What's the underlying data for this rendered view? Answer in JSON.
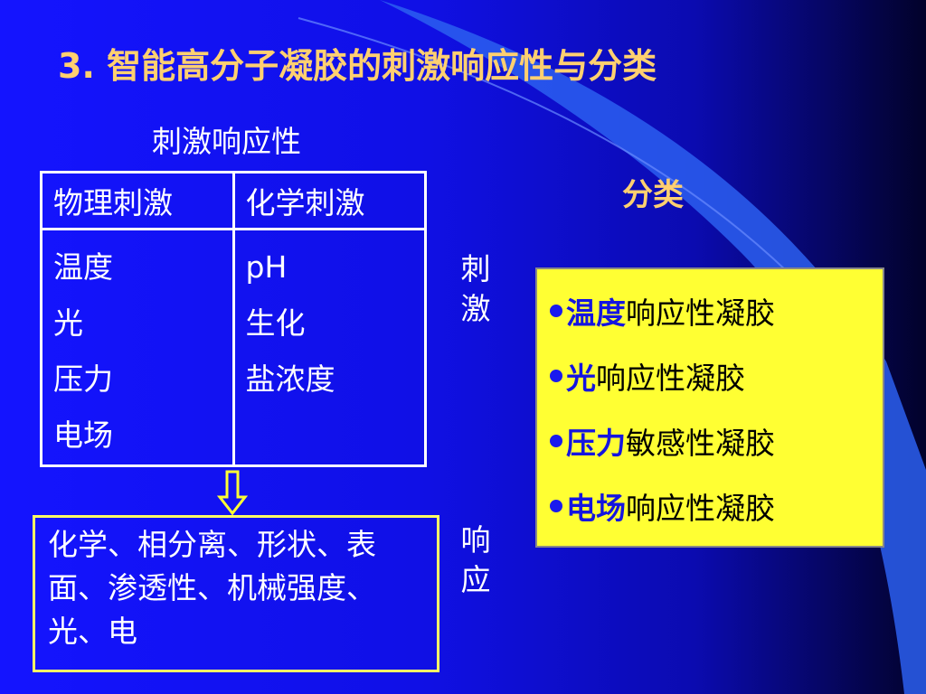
{
  "slide": {
    "title": "3. 智能高分子凝胶的刺激响应性与分类",
    "stimulus_heading": "刺激响应性",
    "classification_heading": "分类",
    "side_label_stimulus": "刺激",
    "side_label_response": "响应",
    "arrow_icon": "double-down-arrow"
  },
  "stimulus_table": {
    "headers": [
      "物理刺激",
      "化学刺激"
    ],
    "physical": [
      "温度",
      "光",
      "压力",
      "电场"
    ],
    "chemical": [
      "pH",
      "生化",
      "盐浓度"
    ]
  },
  "response_box": {
    "text": "化学、相分离、形状、表面、渗透性、机械强度、光、电"
  },
  "classification": {
    "items": [
      {
        "keyword": "温度",
        "rest": "响应性凝胶"
      },
      {
        "keyword": "光",
        "rest": "响应性凝胶"
      },
      {
        "keyword": "压力",
        "rest": "敏感性凝胶"
      },
      {
        "keyword": "电场",
        "rest": "响应性凝胶"
      }
    ]
  },
  "colors": {
    "background": "#1010e6",
    "title": "#ffd070",
    "box_fill": "#ffff33",
    "keyword": "#1515e0"
  }
}
